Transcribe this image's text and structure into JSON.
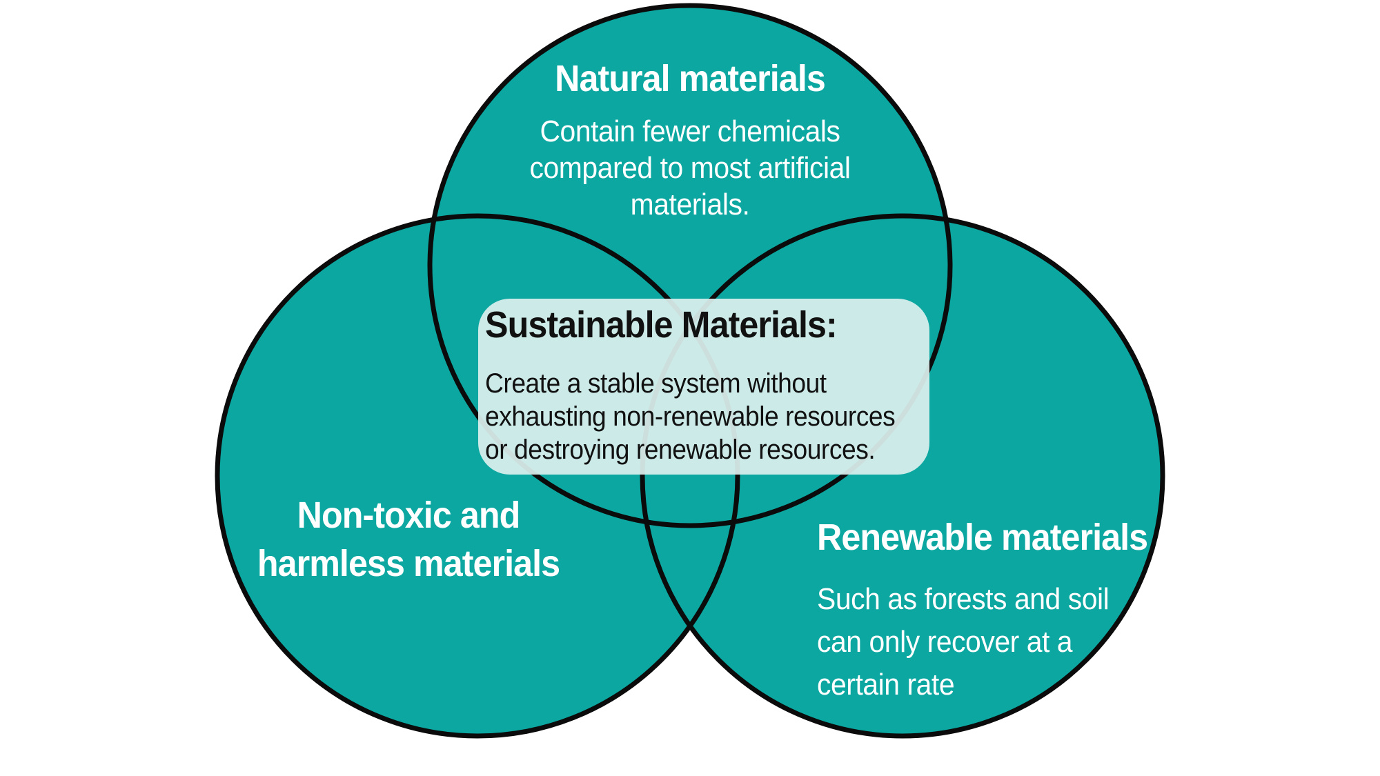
{
  "diagram": {
    "center_box": {
      "heading": "Sustainable Materials:",
      "body_lines": [
        "Create a stable system without",
        "exhausting non-renewable resources",
        "or destroying renewable resources."
      ]
    },
    "circle_top": {
      "title": "Natural materials",
      "body_lines": [
        "Contain fewer chemicals",
        "compared to most artificial",
        "materials."
      ]
    },
    "circle_left": {
      "title_lines": [
        "Non-toxic and",
        "harmless materials"
      ]
    },
    "circle_right": {
      "title": "Renewable materials",
      "body_lines": [
        "Such as forests and soil",
        "can only recover at a",
        "certain rate"
      ]
    },
    "colors": {
      "circle_fill": "#0ba7a0",
      "circle_outline": "#0b0b0b",
      "center_box_fill": "#dcf0ee",
      "circle_text": "#ffffff",
      "box_text": "#111111",
      "background": "#ffffff"
    }
  }
}
